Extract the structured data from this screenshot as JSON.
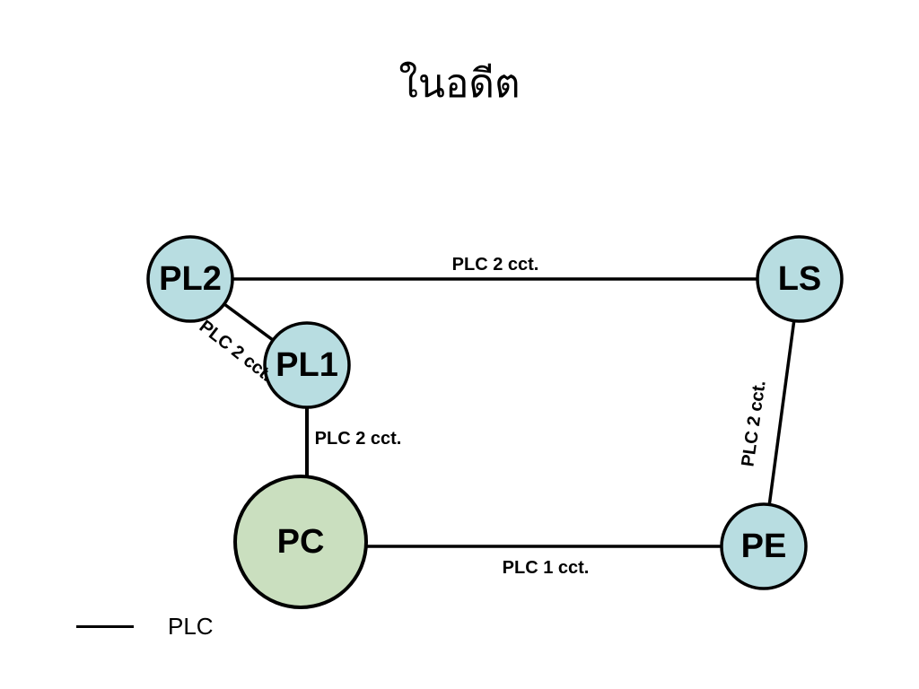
{
  "title": "ในอดีต",
  "nodes": [
    {
      "id": "PL2",
      "label": "PL2",
      "fill": "#b8dde1"
    },
    {
      "id": "LS",
      "label": "LS",
      "fill": "#b8dde1"
    },
    {
      "id": "PL1",
      "label": "PL1",
      "fill": "#b8dde1"
    },
    {
      "id": "PC",
      "label": "PC",
      "fill": "#cadfbf"
    },
    {
      "id": "PE",
      "label": "PE",
      "fill": "#b8dde1"
    }
  ],
  "links": [
    {
      "from": "PL2",
      "to": "LS",
      "label": "PLC 2 cct."
    },
    {
      "from": "PL2",
      "to": "PL1",
      "label": "PLC 2 cct."
    },
    {
      "from": "PL1",
      "to": "PC",
      "label": "PLC 2 cct."
    },
    {
      "from": "LS",
      "to": "PE",
      "label": "PLC 2 cct."
    },
    {
      "from": "PC",
      "to": "PE",
      "label": "PLC 1 cct."
    }
  ],
  "legend": {
    "label": "PLC"
  }
}
